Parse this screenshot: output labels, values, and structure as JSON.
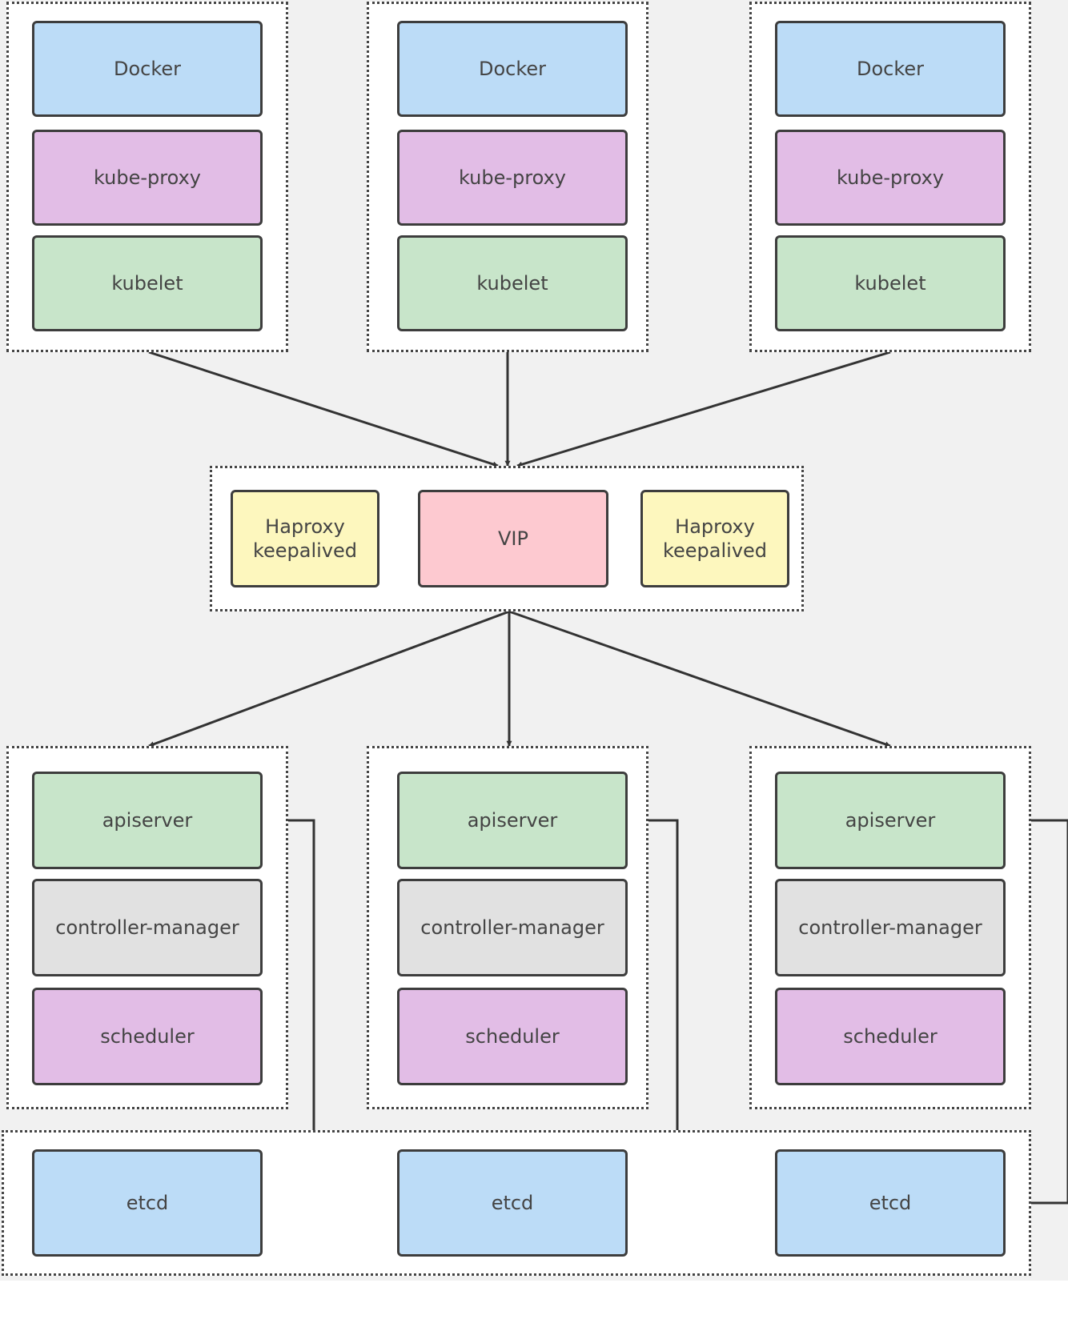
{
  "colors": {
    "background": "#f1f1f1",
    "group_fill": "#ffffff",
    "border": "#3d3d3d",
    "text": "#444444",
    "blue": "#bcdcf7",
    "purple": "#e2bde6",
    "green": "#c8e5ca",
    "yellow": "#fdf7be",
    "pink": "#fdc9d0",
    "gray": "#e1e1e1"
  },
  "worker_nodes": [
    {
      "components": [
        {
          "label": "Docker",
          "color": "blue"
        },
        {
          "label": "kube-proxy",
          "color": "purple"
        },
        {
          "label": "kubelet",
          "color": "green"
        }
      ]
    },
    {
      "components": [
        {
          "label": "Docker",
          "color": "blue"
        },
        {
          "label": "kube-proxy",
          "color": "purple"
        },
        {
          "label": "kubelet",
          "color": "green"
        }
      ]
    },
    {
      "components": [
        {
          "label": "Docker",
          "color": "blue"
        },
        {
          "label": "kube-proxy",
          "color": "purple"
        },
        {
          "label": "kubelet",
          "color": "green"
        }
      ]
    }
  ],
  "load_balancer": {
    "haproxy_left": {
      "label": "Haproxy\nkeepalived",
      "color": "yellow"
    },
    "vip": {
      "label": "VIP",
      "color": "pink"
    },
    "haproxy_right": {
      "label": "Haproxy\nkeepalived",
      "color": "yellow"
    }
  },
  "master_nodes": [
    {
      "components": [
        {
          "label": "apiserver",
          "color": "green"
        },
        {
          "label": "controller-manager",
          "color": "gray"
        },
        {
          "label": "scheduler",
          "color": "purple"
        }
      ]
    },
    {
      "components": [
        {
          "label": "apiserver",
          "color": "green"
        },
        {
          "label": "controller-manager",
          "color": "gray"
        },
        {
          "label": "scheduler",
          "color": "purple"
        }
      ]
    },
    {
      "components": [
        {
          "label": "apiserver",
          "color": "green"
        },
        {
          "label": "controller-manager",
          "color": "gray"
        },
        {
          "label": "scheduler",
          "color": "purple"
        }
      ]
    }
  ],
  "etcd_cluster": [
    {
      "label": "etcd",
      "color": "blue"
    },
    {
      "label": "etcd",
      "color": "blue"
    },
    {
      "label": "etcd",
      "color": "blue"
    }
  ]
}
